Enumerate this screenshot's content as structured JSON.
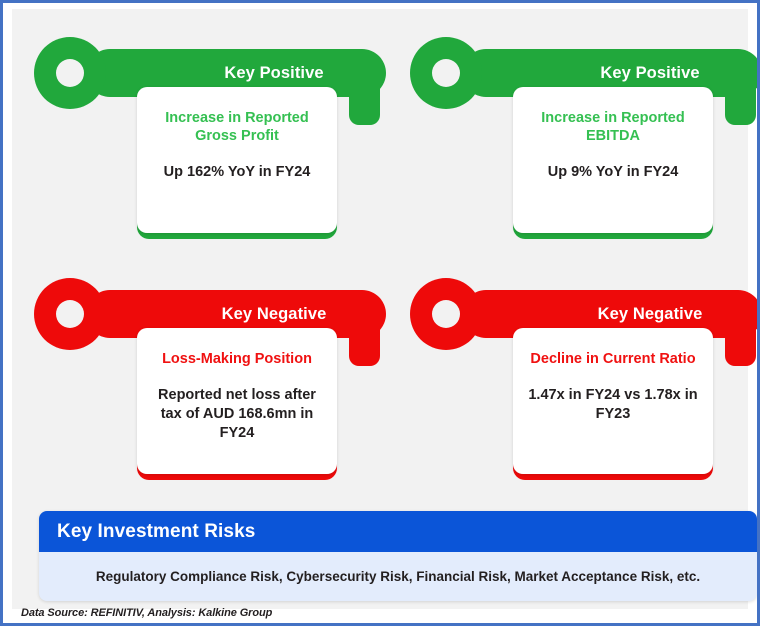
{
  "colors": {
    "positive": "#21a83c",
    "positive_text": "#35c052",
    "negative": "#ee0a0a",
    "negative_text": "#f01111",
    "risk_header": "#0b55d8",
    "risk_body": "#e3ecfc",
    "page_border": "#4472c4",
    "canvas": "#f2f2f2"
  },
  "cards": [
    {
      "type": "positive",
      "badge": "Key Positive",
      "subtitle": "Increase in Reported Gross Profit",
      "value": "Up 162% YoY in FY24"
    },
    {
      "type": "positive",
      "badge": "Key Positive",
      "subtitle": "Increase in Reported EBITDA",
      "value": "Up 9% YoY in FY24"
    },
    {
      "type": "negative",
      "badge": "Key Negative",
      "subtitle": "Loss-Making Position",
      "value": "Reported net loss after tax of AUD 168.6mn in FY24"
    },
    {
      "type": "negative",
      "badge": "Key Negative",
      "subtitle": "Decline in Current Ratio",
      "value": "1.47x in FY24 vs 1.78x in FY23"
    }
  ],
  "risks": {
    "title": "Key Investment Risks",
    "body": "Regulatory Compliance Risk, Cybersecurity Risk, Financial Risk, Market Acceptance Risk, etc."
  },
  "footer": {
    "text": "Data Source: REFINITIV, Analysis: Kalkine Group"
  }
}
